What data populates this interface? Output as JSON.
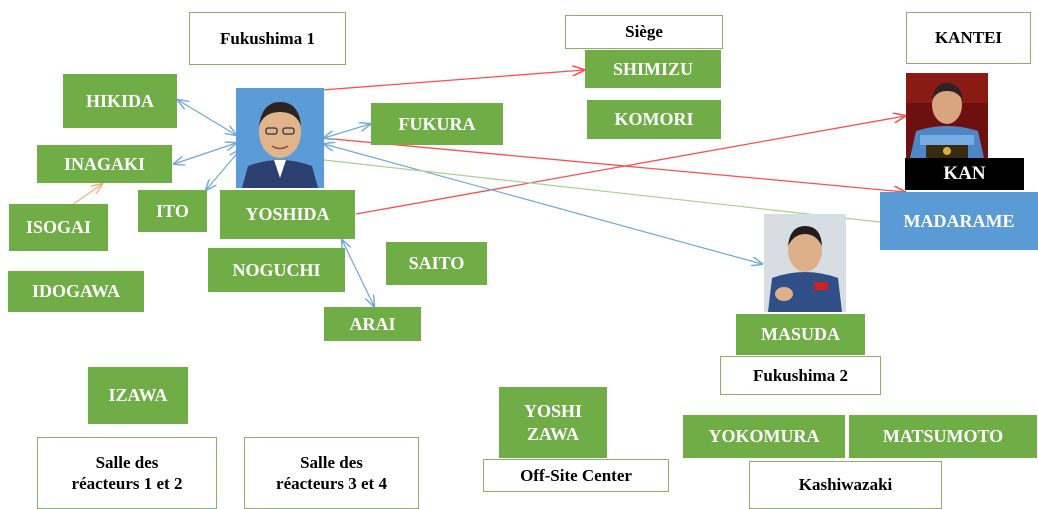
{
  "colors": {
    "green": "#70ad47",
    "blue_box": "#5b9bd5",
    "red_link": "#ff4d4d",
    "blue_link": "#6fa8dc",
    "green_link": "#a9d08e",
    "orange_link": "#f4b183"
  },
  "groups": {
    "fukushima1": "Fukushima 1",
    "siege": "Siège",
    "kantei": "KANTEI",
    "fukushima2": "Fukushima 2",
    "offsite": "Off-Site Center",
    "kashiwazaki": "Kashiwazaki",
    "salle12_l1": "Salle des",
    "salle12_l2": "réacteurs  1 et 2",
    "salle34_l1": "Salle des",
    "salle34_l2": "réacteurs 3 et 4"
  },
  "people": {
    "hikida": "HIKIDA",
    "inagaki": "INAGAKI",
    "isogai": "ISOGAI",
    "ito": "ITO",
    "idogawa": "IDOGAWA",
    "yoshida": "YOSHIDA",
    "noguchi": "NOGUCHI",
    "saito": "SAITO",
    "arai": "ARAI",
    "fukura": "FUKURA",
    "shimizu": "SHIMIZU",
    "komori": "KOMORI",
    "kan": "KAN",
    "madarame": "MADARAME",
    "masuda": "MASUDA",
    "izawa": "IZAWA",
    "yoshizawa_l1": "YOSHI",
    "yoshizawa_l2": "ZAWA",
    "yokomura": "YOKOMURA",
    "matsumoto": "MATSUMOTO"
  },
  "photos": {
    "yoshida": "portrait-yoshida",
    "kan": "portrait-kan",
    "masuda": "portrait-masuda"
  }
}
